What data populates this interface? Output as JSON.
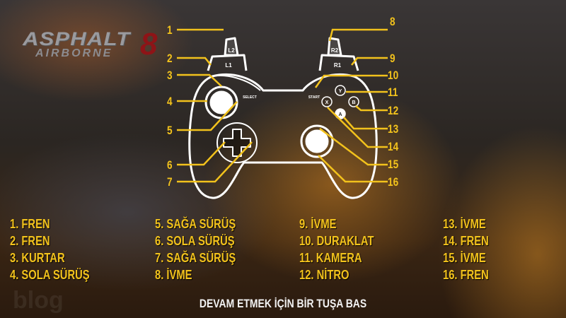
{
  "logo": {
    "line1": "ASPHALT",
    "line2": "AIRBORNE",
    "number": "8"
  },
  "controller": {
    "buttons": {
      "l2": "L2",
      "l1": "L1",
      "r2": "R2",
      "r1": "R1",
      "select": "SELECT",
      "start": "START",
      "y": "Y",
      "b": "B",
      "x": "X",
      "a": "A"
    },
    "callouts": [
      "1",
      "2",
      "3",
      "4",
      "5",
      "6",
      "7",
      "8",
      "9",
      "10",
      "11",
      "12",
      "13",
      "14",
      "15",
      "16"
    ]
  },
  "legend": [
    "1. FREN",
    "2. FREN",
    "3. KURTAR",
    "4. SOLA SÜRÜŞ",
    "5. SAĞA SÜRÜŞ",
    "6. SOLA SÜRÜŞ",
    "7. SAĞA SÜRÜŞ",
    "8. İVME",
    "9. İVME",
    "10. DURAKLAT",
    "11. KAMERA",
    "12. NİTRO",
    "13. İVME",
    "14. FREN",
    "15. İVME",
    "16. FREN"
  ],
  "footer": "DEVAM ETMEK İÇİN BİR TUŞA BAS",
  "watermark": "blog",
  "colors": {
    "accent": "#f2c21c",
    "outline": "#ffffff",
    "logo_red": "#8e1417"
  }
}
